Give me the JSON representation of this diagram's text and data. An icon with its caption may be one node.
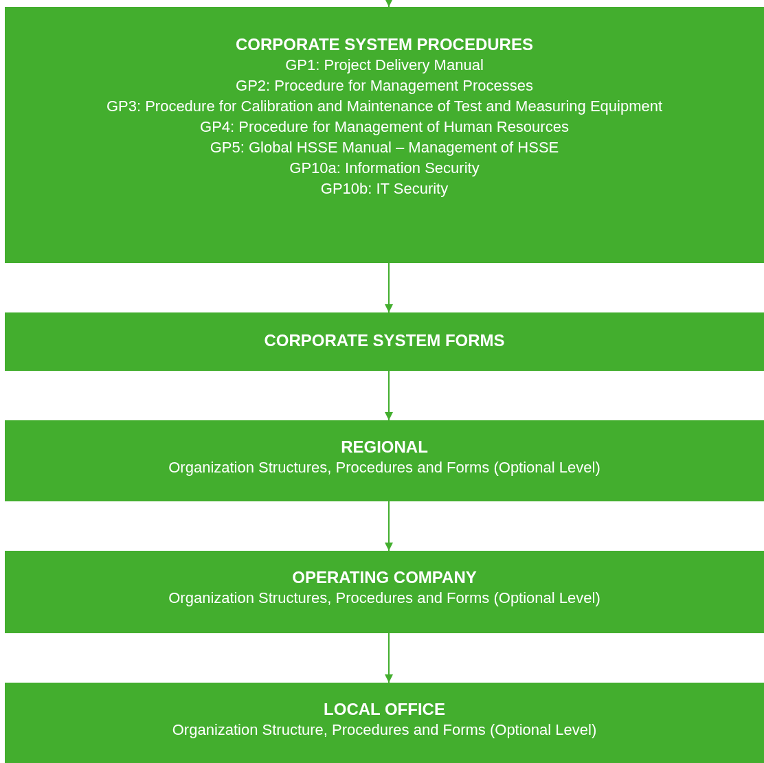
{
  "diagram": {
    "nodes": [
      {
        "text": [
          "CORPORATE SYSTEM PROCEDURES",
          "GP1: Project Delivery Manual",
          "GP2: Procedure for Management Processes",
          "GP3: Procedure for Calibration and Maintenance of Test and Measuring Equipment",
          "GP4: Procedure for Management of Human Resources",
          "GP5: Global HSSE Manual – Management of HSSE",
          "GP10a: Information Security",
          "GP10b: IT Security"
        ]
      },
      {
        "text": [
          "CORPORATE SYSTEM FORMS"
        ]
      },
      {
        "text": [
          "REGIONAL",
          "Organization Structures, Procedures and Forms (Optional Level)"
        ]
      },
      {
        "text": [
          "OPERATING COMPANY",
          "Organization Structures, Procedures and Forms (Optional Level)"
        ]
      },
      {
        "text": [
          "LOCAL OFFICE",
          "Organization Structure, Procedures and Forms (Optional Level)"
        ]
      }
    ],
    "edges": [
      {
        "from": null,
        "to": 0,
        "arrow": "to"
      },
      {
        "from": 0,
        "to": 1,
        "arrow": "to"
      },
      {
        "from": 1,
        "to": 2,
        "arrow": "to"
      },
      {
        "from": 2,
        "to": 3,
        "arrow": "to"
      },
      {
        "from": 3,
        "to": 4,
        "arrow": "to"
      }
    ]
  }
}
